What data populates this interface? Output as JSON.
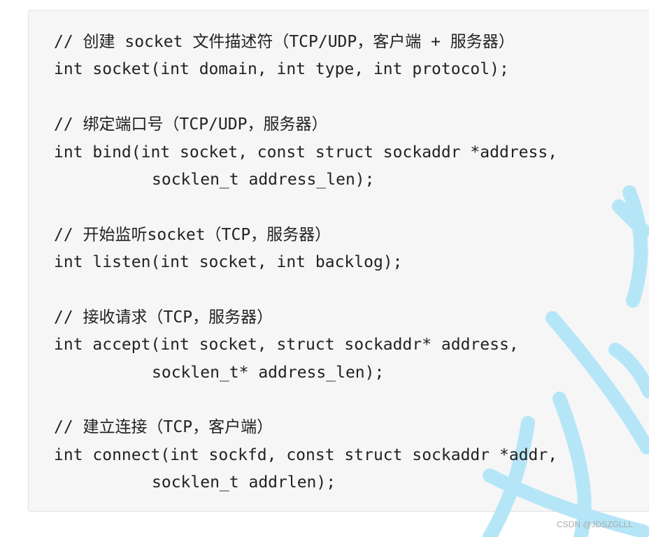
{
  "code_lines": [
    {
      "indent": false,
      "text": "// 创建 socket 文件描述符（TCP/UDP，客户端 + 服务器）"
    },
    {
      "indent": false,
      "text": "int socket(int domain, int type, int protocol);"
    },
    {
      "indent": false,
      "text": ""
    },
    {
      "indent": false,
      "text": "// 绑定端口号（TCP/UDP，服务器）"
    },
    {
      "indent": false,
      "text": "int bind(int socket, const struct sockaddr *address,"
    },
    {
      "indent": true,
      "text": "socklen_t address_len);"
    },
    {
      "indent": false,
      "text": ""
    },
    {
      "indent": false,
      "text": "// 开始监听socket（TCP，服务器）"
    },
    {
      "indent": false,
      "text": "int listen(int socket, int backlog);"
    },
    {
      "indent": false,
      "text": ""
    },
    {
      "indent": false,
      "text": "// 接收请求（TCP，服务器）"
    },
    {
      "indent": false,
      "text": "int accept(int socket, struct sockaddr* address,"
    },
    {
      "indent": true,
      "text": "socklen_t* address_len);"
    },
    {
      "indent": false,
      "text": ""
    },
    {
      "indent": false,
      "text": "// 建立连接（TCP，客户端）"
    },
    {
      "indent": false,
      "text": "int connect(int sockfd, const struct sockaddr *addr,"
    },
    {
      "indent": true,
      "text": "socklen_t addrlen);"
    }
  ],
  "watermark": {
    "text": "CSDN @JDSZGLLL",
    "stroke_color": "#b5e6f7"
  },
  "colors": {
    "code_background": "#f6f6f6",
    "text": "#222222"
  }
}
